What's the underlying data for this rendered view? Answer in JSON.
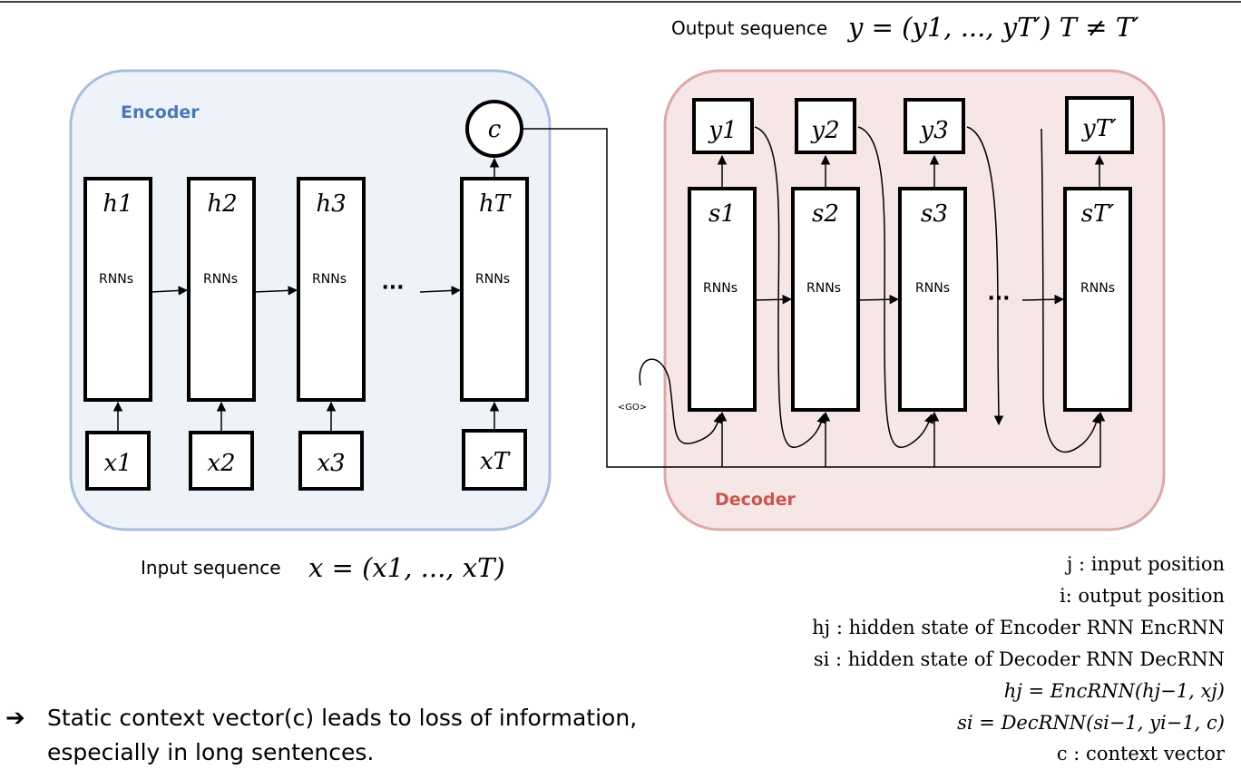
{
  "header": {
    "output_label": "Output sequence",
    "output_formula": "y = (y1, ..., yT′)  T ≠ T′"
  },
  "encoder": {
    "title": "Encoder",
    "context": "c",
    "hidden": [
      "h1",
      "h2",
      "h3",
      "hT"
    ],
    "inputs": [
      "x1",
      "x2",
      "x3",
      "xT"
    ],
    "cell_label": "RNNs",
    "ellipsis": "···"
  },
  "decoder": {
    "title": "Decoder",
    "hidden": [
      "s1",
      "s2",
      "s3",
      "sT′"
    ],
    "outputs": [
      "y1",
      "y2",
      "y3",
      "yT′"
    ],
    "cell_label": "RNNs",
    "go_token": "<GO>",
    "ellipsis": "···"
  },
  "input_sequence": {
    "label": "Input sequence",
    "formula": "x = (x1, ..., xT)"
  },
  "legend": [
    "j : input position",
    "i: output position",
    "hj : hidden state of Encoder RNN EncRNN",
    "si : hidden state of Decoder RNN DecRNN",
    "hj = EncRNN(hj−1, xj)",
    "si = DecRNN(si−1, yi−1, c)",
    "c : context vector"
  ],
  "note": {
    "arrow": "➔",
    "line1": "Static context vector(c) leads to loss of information,",
    "line2": "especially in long sentences."
  },
  "colors": {
    "encoder_fill": "#eef2f9",
    "encoder_stroke": "#a9bedf",
    "encoder_title": "#4a78b8",
    "decoder_fill": "#f7e6e6",
    "decoder_stroke": "#dca9a9",
    "decoder_title": "#c9564f"
  }
}
